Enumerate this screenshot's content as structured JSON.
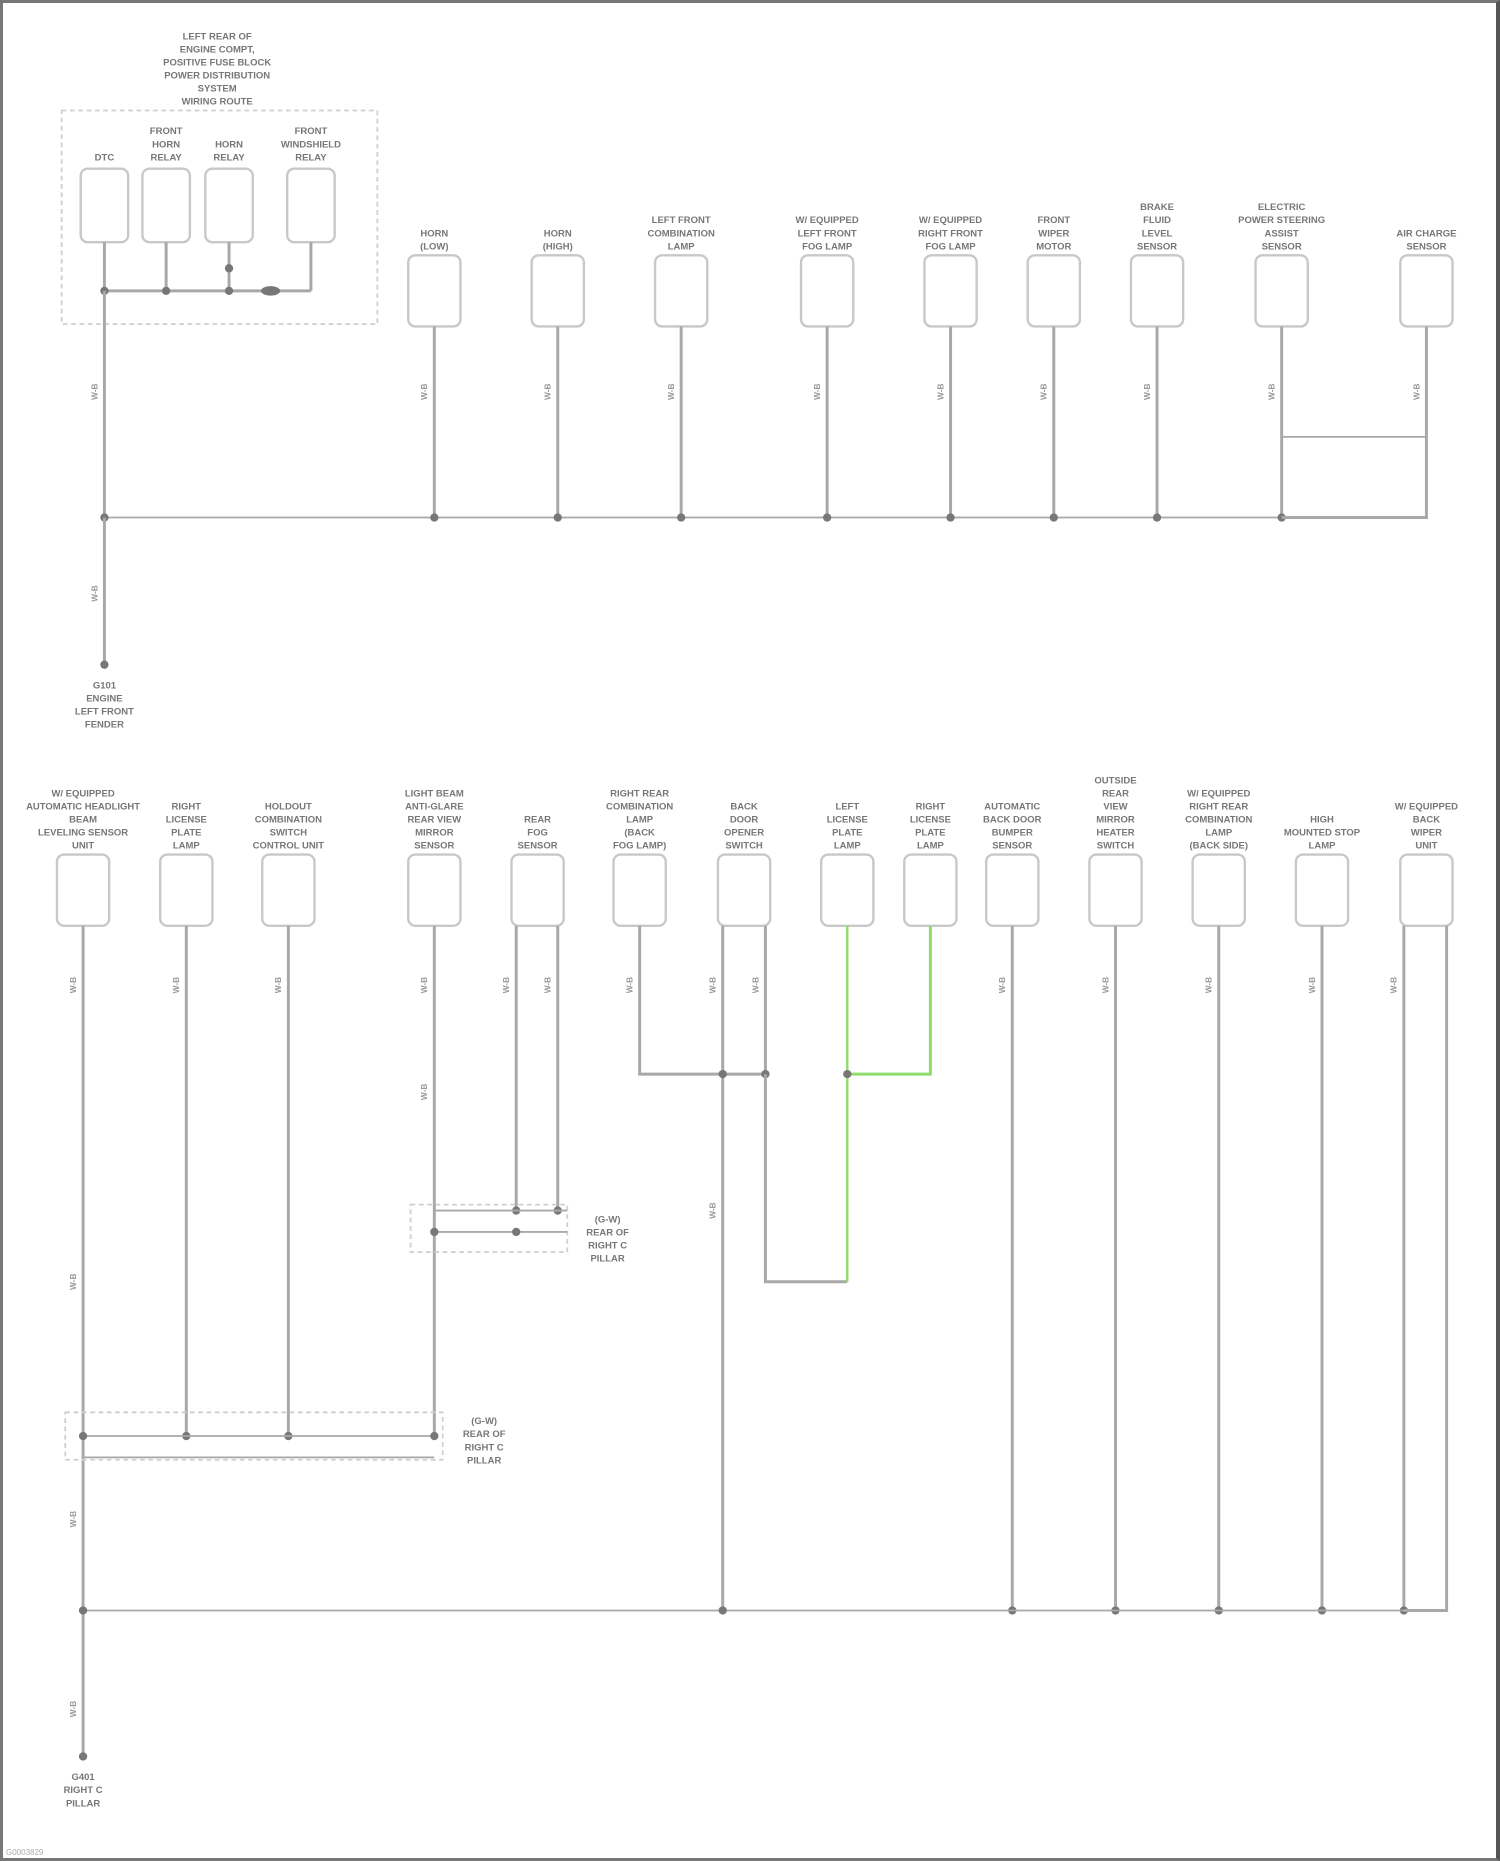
{
  "diagram": {
    "title": "Ground Distribution",
    "colors": {
      "wire": "#a8a8a8",
      "highlight_wire": "#8fdc6a",
      "box": "#c8c8c8",
      "dashed": "#cfcfcf",
      "text": "#777777"
    },
    "wire_color_code": "W-B",
    "top_module": {
      "label": [
        "LEFT REAR OF",
        "ENGINE COMPT,",
        "POSITIVE FUSE BLOCK",
        "POWER DISTRIBUTION",
        "SYSTEM",
        "WIRING ROUTE"
      ],
      "components": [
        {
          "label": [
            "DTC"
          ]
        },
        {
          "label": [
            "FRONT",
            "HORN",
            "RELAY"
          ]
        },
        {
          "label": [
            "HORN",
            "RELAY"
          ]
        },
        {
          "label": [
            "FRONT",
            "WINDSHIELD",
            "RELAY"
          ]
        }
      ]
    },
    "top_components": [
      {
        "label": [
          "HORN",
          "(LOW)"
        ]
      },
      {
        "label": [
          "HORN",
          "(HIGH)"
        ]
      },
      {
        "label": [
          "LEFT FRONT",
          "COMBINATION",
          "LAMP"
        ]
      },
      {
        "label": [
          "W/ EQUIPPED",
          "LEFT FRONT",
          "FOG LAMP"
        ]
      },
      {
        "label": [
          "W/ EQUIPPED",
          "RIGHT FRONT",
          "FOG LAMP"
        ]
      },
      {
        "label": [
          "FRONT",
          "WIPER",
          "MOTOR"
        ]
      },
      {
        "label": [
          "BRAKE",
          "FLUID",
          "LEVEL",
          "SENSOR"
        ]
      },
      {
        "label": [
          "ELECTRIC",
          "POWER STEERING",
          "ASSIST",
          "SENSOR"
        ]
      },
      {
        "label": [
          "AIR CHARGE",
          "SENSOR"
        ]
      }
    ],
    "top_ground": {
      "label": [
        "G101",
        "ENGINE",
        "LEFT FRONT",
        "FENDER"
      ]
    },
    "bottom_components": [
      {
        "label": [
          "W/ EQUIPPED",
          "AUTOMATIC HEADLIGHT",
          "BEAM",
          "LEVELING SENSOR",
          "UNIT"
        ]
      },
      {
        "label": [
          "RIGHT",
          "LICENSE",
          "PLATE",
          "LAMP"
        ]
      },
      {
        "label": [
          "HOLDOUT",
          "COMBINATION",
          "SWITCH",
          "CONTROL UNIT"
        ]
      },
      {
        "label": [
          "LIGHT BEAM",
          "ANTI-GLARE",
          "REAR VIEW",
          "MIRROR",
          "SENSOR"
        ]
      },
      {
        "label": [
          "REAR",
          "FOG",
          "SENSOR"
        ]
      },
      {
        "label": [
          "RIGHT REAR",
          "COMBINATION",
          "LAMP",
          "(BACK",
          "FOG LAMP)"
        ]
      },
      {
        "label": [
          "BACK",
          "DOOR",
          "OPENER",
          "SWITCH"
        ]
      },
      {
        "label": [
          "LEFT",
          "LICENSE",
          "PLATE",
          "LAMP"
        ]
      },
      {
        "label": [
          "RIGHT",
          "LICENSE",
          "PLATE",
          "LAMP"
        ]
      },
      {
        "label": [
          "AUTOMATIC",
          "BACK DOOR",
          "BUMPER",
          "SENSOR"
        ]
      },
      {
        "label": [
          "OUTSIDE",
          "REAR",
          "VIEW",
          "MIRROR",
          "HEATER",
          "SWITCH"
        ]
      },
      {
        "label": [
          "W/ EQUIPPED",
          "RIGHT REAR",
          "COMBINATION",
          "LAMP",
          "(BACK SIDE)"
        ]
      },
      {
        "label": [
          "HIGH",
          "MOUNTED STOP",
          "LAMP"
        ]
      },
      {
        "label": [
          "W/ EQUIPPED",
          "BACK",
          "WIPER",
          "UNIT"
        ]
      }
    ],
    "splices": [
      {
        "label": [
          "(G-W)",
          "REAR OF",
          "RIGHT C",
          "PILLAR"
        ]
      },
      {
        "label": [
          "(G-W)",
          "REAR OF",
          "RIGHT C",
          "PILLAR"
        ]
      }
    ],
    "bottom_ground": {
      "label": [
        "G401",
        "RIGHT C",
        "PILLAR"
      ]
    },
    "footer": "G0003829"
  }
}
